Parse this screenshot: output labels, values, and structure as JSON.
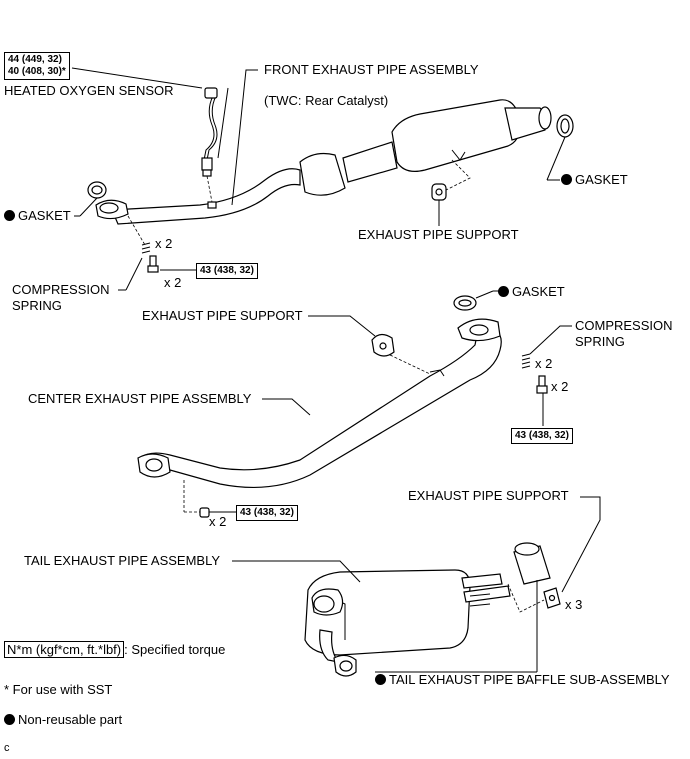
{
  "torque": {
    "sensor_line1": "44 (449, 32)",
    "sensor_line2": "40 (408, 30)*",
    "front_bolts": "43 (438, 32)",
    "right_bolts": "43 (438, 32)",
    "center_bolts": "43 (438, 32)"
  },
  "labels": {
    "heated_oxygen_sensor": "HEATED OXYGEN SENSOR",
    "front_exhaust_pipe": "FRONT EXHAUST PIPE ASSEMBLY",
    "twc_note": "(TWC: Rear Catalyst)",
    "gasket_right_top": "GASKET",
    "gasket_left": "GASKET",
    "exhaust_support_top": "EXHAUST PIPE SUPPORT",
    "x2_spring_front": "x 2",
    "x2_bolt_front": "x 2",
    "compression_spring_left_1": "COMPRESSION",
    "compression_spring_left_2": "SPRING",
    "gasket_center": "GASKET",
    "exhaust_support_center": "EXHAUST PIPE SUPPORT",
    "compression_spring_right_1": "COMPRESSION",
    "compression_spring_right_2": "SPRING",
    "x2_spring_right": "x 2",
    "x2_bolt_right": "x 2",
    "center_exhaust_pipe": "CENTER EXHAUST PIPE ASSEMBLY",
    "x2_center": "x 2",
    "exhaust_support_tail": "EXHAUST PIPE SUPPORT",
    "tail_exhaust_pipe": "TAIL EXHAUST PIPE ASSEMBLY",
    "x3_support": "x 3",
    "tail_baffle": "TAIL EXHAUST PIPE BAFFLE SUB-ASSEMBLY"
  },
  "legend": {
    "torque_unit": "N*m (kgf*cm, ft.*lbf)",
    "torque_desc": ": Specified torque",
    "sst_note": "* For use with SST",
    "non_reusable": "Non-reusable part",
    "code": "c"
  }
}
